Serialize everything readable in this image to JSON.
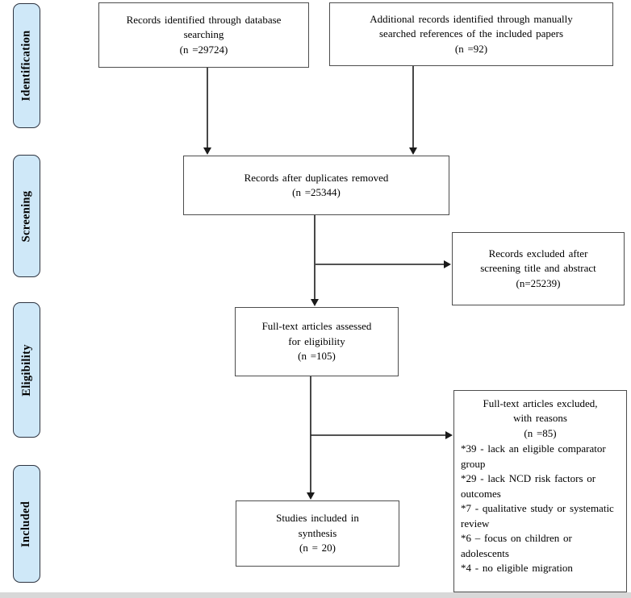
{
  "sidebar": {
    "stages": [
      {
        "label": "Identification"
      },
      {
        "label": "Screening"
      },
      {
        "label": "Eligibility"
      },
      {
        "label": "Included"
      }
    ]
  },
  "boxes": {
    "database_search": {
      "text": "Records identified through database\nsearching\n(n =29724)"
    },
    "manual_search": {
      "text": "Additional records identified through manually\nsearched references of the included papers\n(n =92)"
    },
    "duplicates_removed": {
      "text": "Records after duplicates removed\n(n =25344)"
    },
    "records_excluded": {
      "text": "Records excluded after\nscreening title and abstract\n(n=25239)"
    },
    "fulltext_assessed": {
      "text": "Full-text articles assessed\nfor eligibility\n(n =105)"
    },
    "fulltext_excluded": {
      "heading": "Full-text articles excluded,\nwith reasons\n(n =85)",
      "reasons": [
        "*39 - lack an eligible comparator group",
        "*29 - lack NCD risk factors or outcomes",
        "*7 - qualitative study or systematic review",
        "*6 – focus on children or adolescents",
        "*4 - no eligible migration"
      ]
    },
    "studies_included": {
      "text": "Studies included in\nsynthesis\n(n = 20)"
    }
  },
  "colors": {
    "stage_fill": "#cfe8f8",
    "stage_border": "#2e3440",
    "box_border": "#4d4d4d",
    "arrow": "#1a1a1a",
    "bottom_strip": "#d8d8d8"
  }
}
